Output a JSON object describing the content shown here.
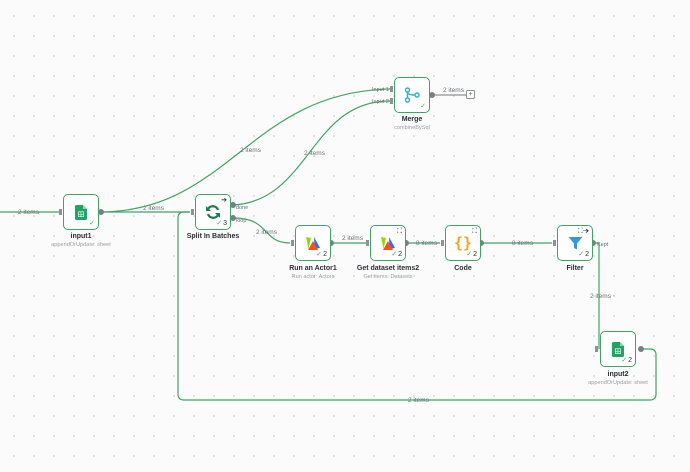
{
  "colors": {
    "accent": "#3fa564",
    "wire_label": "#6b6f76",
    "sheet_green": "#20a464",
    "merge_teal": "#2fb5c6",
    "code_orange": "#f5a21b",
    "filter_blue": "#3598dc"
  },
  "wires": {
    "entry": "2 items",
    "input1_to_merge": "2 items",
    "input1_to_split": "2 items",
    "split_done_to_merge": "2 items",
    "split_loop_to_actor": "2 items",
    "actor_to_dataset": "2 items",
    "dataset_to_code": "8 items",
    "code_to_filter": "8 items",
    "filter_to_input2": "2 items",
    "input2_loopback": "2 items",
    "merge_out": "2 items"
  },
  "nodes": {
    "input1": {
      "title": "input1",
      "subtitle": "appendOrUpdate: sheet",
      "icon": "google-sheets-icon",
      "check": "✓"
    },
    "split": {
      "title": "Split In Batches",
      "icon": "refresh-icon",
      "check": "✓",
      "count": "3",
      "port_done": "done",
      "port_loop": "loop"
    },
    "merge": {
      "title": "Merge",
      "subtitle": "combineBySql",
      "icon": "merge-icon",
      "check": "✓",
      "port_in1": "Input 1",
      "port_in2": "Input 2"
    },
    "actor": {
      "title": "Run an Actor1",
      "subtitle": "Run actor: Actors",
      "icon": "apify-icon",
      "check": "✓",
      "count": "2"
    },
    "dataset": {
      "title": "Get dataset items2",
      "subtitle": "Get items: Datasets",
      "icon": "apify-icon",
      "check": "✓",
      "count": "2"
    },
    "code": {
      "title": "Code",
      "icon": "code-braces-icon",
      "check": "✓",
      "count": "2"
    },
    "filter": {
      "title": "Filter",
      "icon": "funnel-icon",
      "check": "✓",
      "count": "2",
      "port_kept": "Kept"
    },
    "input2": {
      "title": "input2",
      "subtitle": "appendOrUpdate: sheet",
      "icon": "google-sheets-icon",
      "check": "✓",
      "count": "2"
    }
  },
  "merge_add_button": "+"
}
